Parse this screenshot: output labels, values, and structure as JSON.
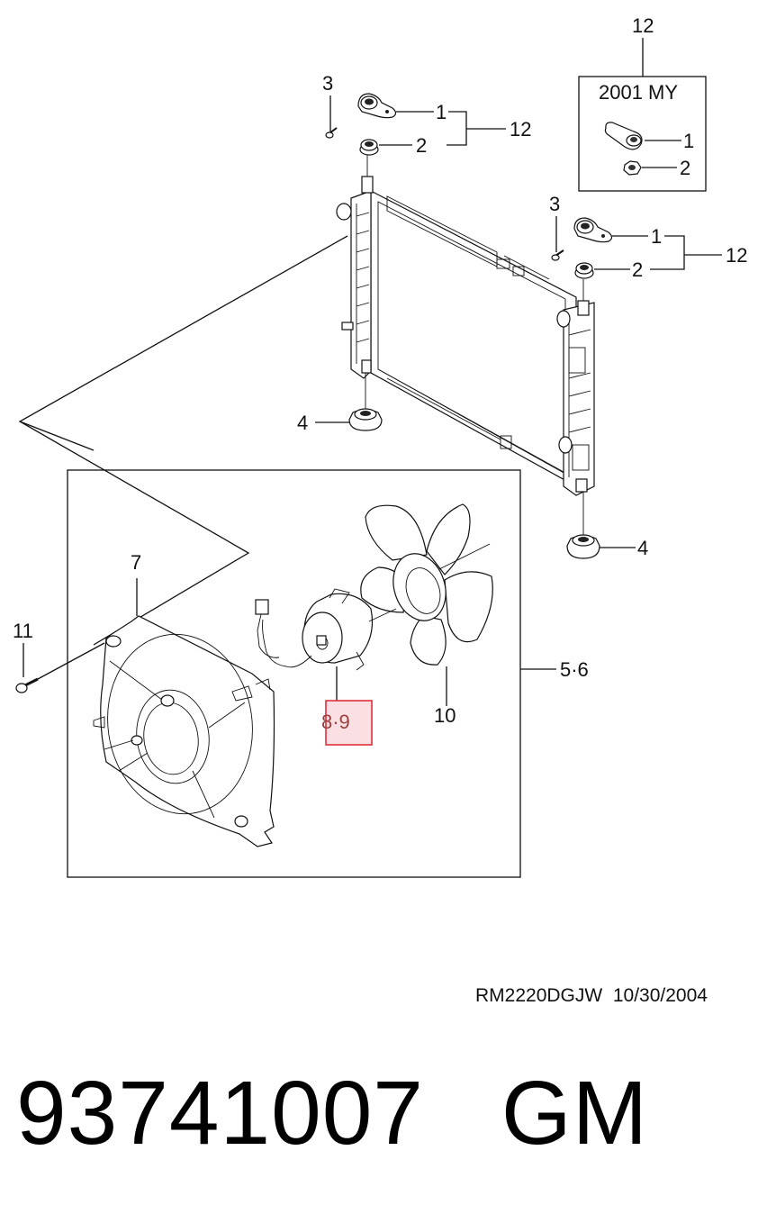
{
  "callouts": {
    "c12_top": "12",
    "inset_title": "2001 MY",
    "inset_1": "1",
    "inset_2": "2",
    "left_3": "3",
    "left_1": "1",
    "left_2": "2",
    "left_12": "12",
    "right_3": "3",
    "right_1": "1",
    "right_2": "2",
    "right_12": "12",
    "left_4": "4",
    "right_4": "4",
    "c7": "7",
    "c11": "11",
    "c89": "8·9",
    "c10": "10",
    "c56": "5·6"
  },
  "footer": {
    "drawing_code": "RM2220DGJW  10/30/2004"
  },
  "part": {
    "number": "93741007",
    "brand": "GM"
  },
  "colors": {
    "highlight_border": "#e0303a",
    "highlight_fill": "#fbe0e3",
    "line": "#111111"
  }
}
